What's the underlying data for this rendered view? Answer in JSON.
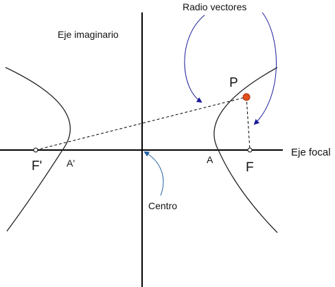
{
  "labels": {
    "axis_imaginary": "Eje imaginario",
    "axis_focal": "Eje focal",
    "radio_vectors": "Radio vectores",
    "center": "Centro",
    "point_p": "P",
    "focus_left": "F'",
    "focus_right": "F",
    "vertex_left": "A'",
    "vertex_right": "A"
  },
  "colors": {
    "curve": "#222222",
    "axis": "#000000",
    "point_fill": "#e2501c",
    "point_stroke": "#a83008",
    "arrow": "#1a1a9a",
    "center_arrow": "#1f5fa0"
  }
}
